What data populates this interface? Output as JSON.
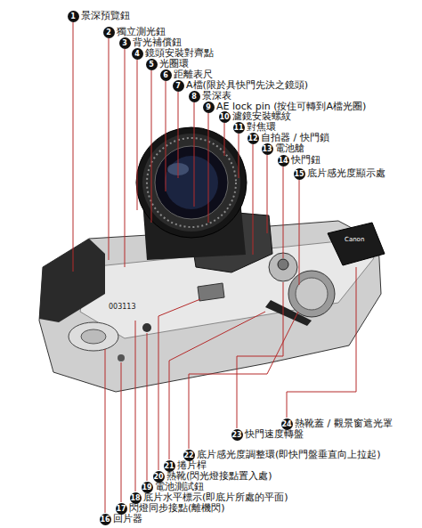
{
  "diagram": {
    "labels": [
      "1",
      "景深預覽鈕",
      "2",
      "獨立測光鈕",
      "3",
      "背光補償鈕",
      "4",
      "鏡頭安裝對齊點",
      "5",
      "光圈環",
      "6",
      "距離表尺",
      "7",
      "A檔(限於具快門先決之鏡頭)",
      "8",
      "景深表",
      "9",
      "AE lock pin (按住可轉到A檔光圈)",
      "10",
      "濾鏡安裝螺紋",
      "11",
      "對焦環",
      "12",
      "自拍器 / 快門鎖",
      "13",
      "電池艙",
      "14",
      "快門鈕",
      "15",
      "底片感光度顯示處",
      "24",
      "熱靴蓋 / 觀景窗遮光罩",
      "23",
      "快門速度轉盤",
      "22",
      "底片感光度調整環(即快門盤垂直向上拉起)",
      "21",
      "捲片桿",
      "20",
      "熱靴(閃光燈接點置入處)",
      "19",
      "電池測試鈕",
      "18",
      "底片水平標示(即底片所處的平面)",
      "17",
      "閃燈同步接點(離機閃)",
      "16",
      "回片器",
      "003113",
      "Canon"
    ]
  }
}
